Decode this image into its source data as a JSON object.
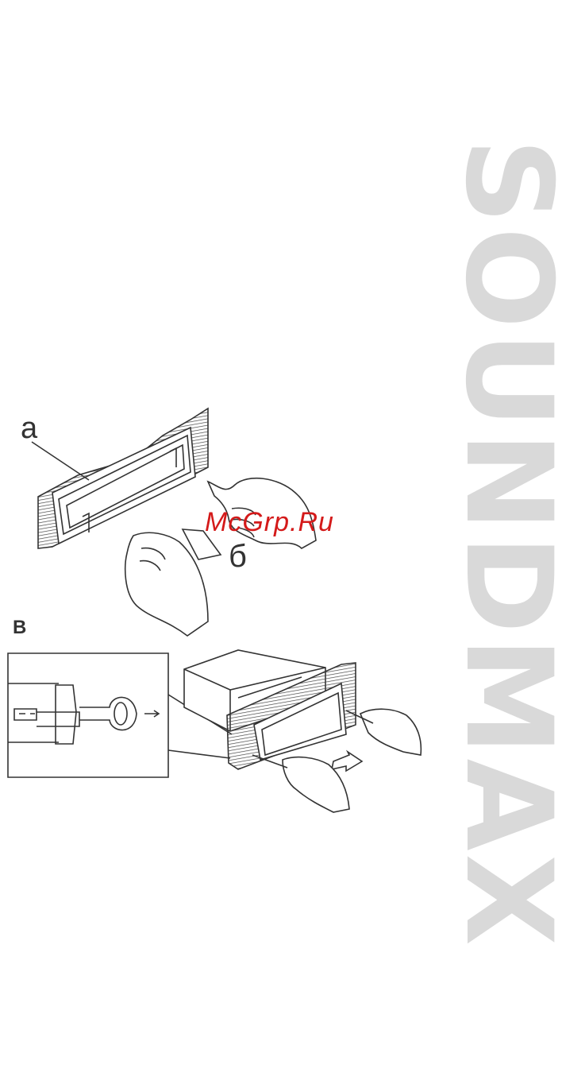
{
  "brand": {
    "text": "SOUNDMAX",
    "color": "#d9d9d9"
  },
  "figure": {
    "label_a": "а",
    "label_b": "б",
    "label_v": "В"
  },
  "watermark": {
    "text": "McGrp.Ru",
    "color": "#d41a1a"
  }
}
